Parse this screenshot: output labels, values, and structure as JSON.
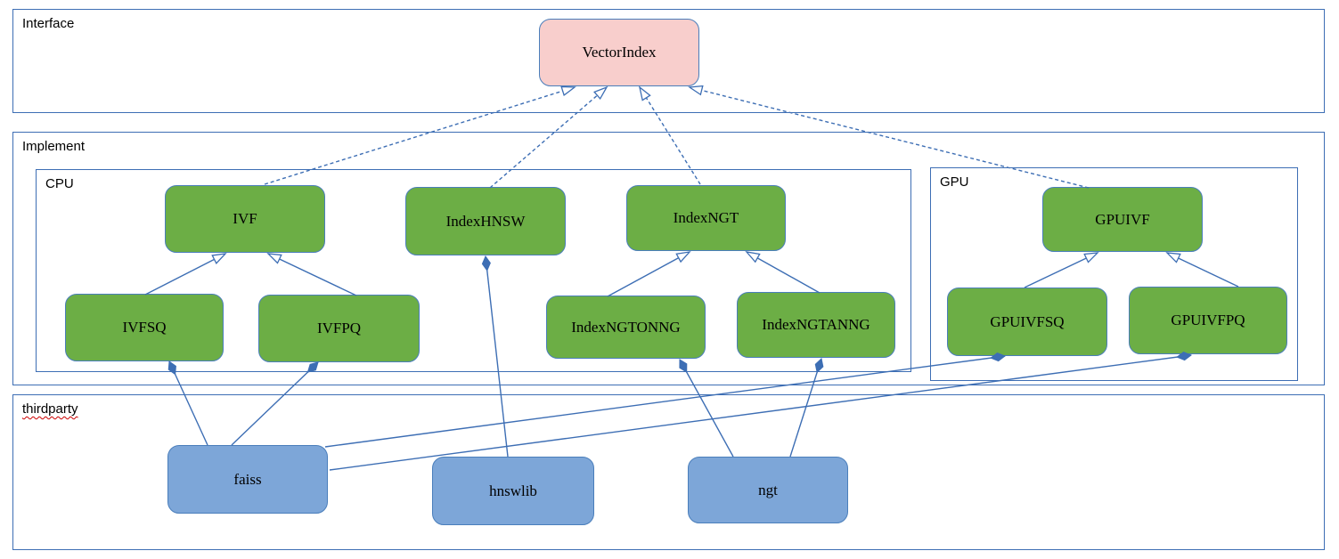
{
  "containers": {
    "interface": {
      "label": "Interface"
    },
    "implement": {
      "label": "Implement"
    },
    "cpu": {
      "label": "CPU"
    },
    "gpu": {
      "label": "GPU"
    },
    "thirdparty": {
      "label": "thirdparty"
    }
  },
  "nodes": {
    "vectorindex": {
      "label": "VectorIndex"
    },
    "ivf": {
      "label": "IVF"
    },
    "indexhnsw": {
      "label": "IndexHNSW"
    },
    "indexngt": {
      "label": "IndexNGT"
    },
    "ivfsq": {
      "label": "IVFSQ"
    },
    "ivfpq": {
      "label": "IVFPQ"
    },
    "indexngtonng": {
      "label": "IndexNGTONNG"
    },
    "indexngtanng": {
      "label": "IndexNGTANNG"
    },
    "gpuivf": {
      "label": "GPUIVF"
    },
    "gpuivfsq": {
      "label": "GPUIVFSQ"
    },
    "gpuivfpq": {
      "label": "GPUIVFPQ"
    },
    "faiss": {
      "label": "faiss"
    },
    "hnswlib": {
      "label": "hnswlib"
    },
    "ngt": {
      "label": "ngt"
    }
  },
  "edges": [
    {
      "from": "ivf",
      "to": "vectorindex",
      "type": "implements"
    },
    {
      "from": "indexhnsw",
      "to": "vectorindex",
      "type": "implements"
    },
    {
      "from": "indexngt",
      "to": "vectorindex",
      "type": "implements"
    },
    {
      "from": "gpuivf",
      "to": "vectorindex",
      "type": "implements"
    },
    {
      "from": "ivfsq",
      "to": "ivf",
      "type": "inherits"
    },
    {
      "from": "ivfpq",
      "to": "ivf",
      "type": "inherits"
    },
    {
      "from": "indexngtonng",
      "to": "indexngt",
      "type": "inherits"
    },
    {
      "from": "indexngtanng",
      "to": "indexngt",
      "type": "inherits"
    },
    {
      "from": "gpuivfsq",
      "to": "gpuivf",
      "type": "inherits"
    },
    {
      "from": "gpuivfpq",
      "to": "gpuivf",
      "type": "inherits"
    },
    {
      "from": "ivfsq",
      "to": "faiss",
      "type": "composition"
    },
    {
      "from": "ivfpq",
      "to": "faiss",
      "type": "composition"
    },
    {
      "from": "gpuivfsq",
      "to": "faiss",
      "type": "composition"
    },
    {
      "from": "gpuivfpq",
      "to": "faiss",
      "type": "composition"
    },
    {
      "from": "indexhnsw",
      "to": "hnswlib",
      "type": "composition"
    },
    {
      "from": "indexngtonng",
      "to": "ngt",
      "type": "composition"
    },
    {
      "from": "indexngtanng",
      "to": "ngt",
      "type": "composition"
    }
  ],
  "colors": {
    "interface_node_fill": "#f8cecc",
    "implement_node_fill": "#6cae45",
    "thirdparty_node_fill": "#7da6d8",
    "node_border": "#4a7ebb",
    "connector": "#3d6eb4",
    "container_border": "#3d6eb4",
    "label_text": "#000000",
    "spellcheck": "#cc0000"
  }
}
